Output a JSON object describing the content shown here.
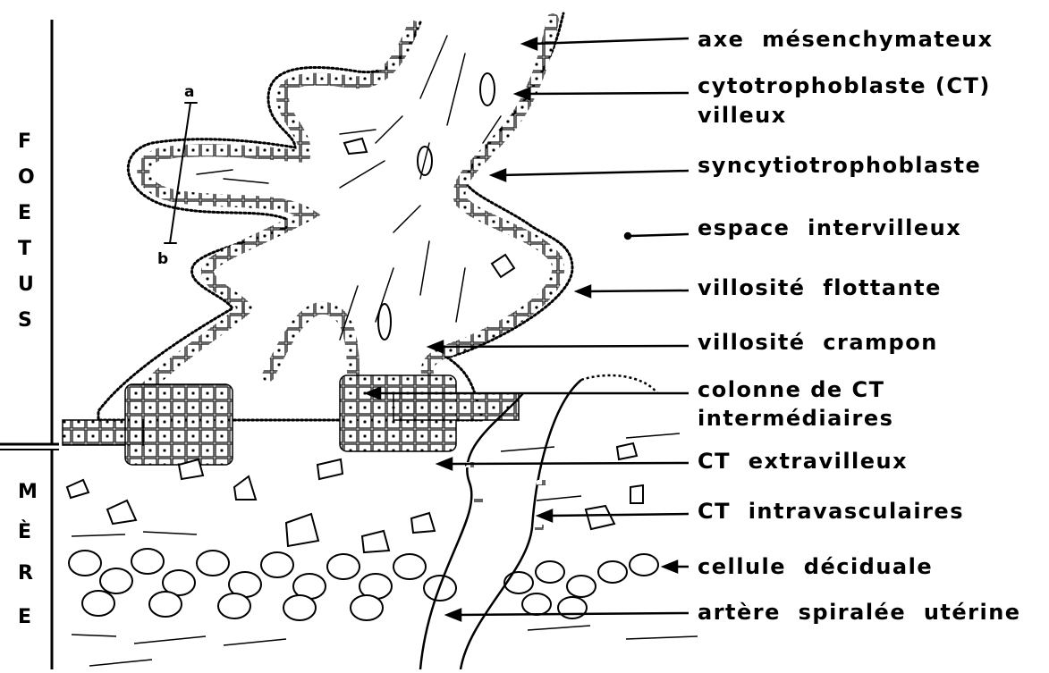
{
  "side_labels": {
    "foetus": [
      "F",
      "O",
      "E",
      "T",
      "U",
      "S"
    ],
    "mere": [
      "M",
      "È",
      "R",
      "E"
    ]
  },
  "section_marks": {
    "a": "a",
    "b": "b"
  },
  "labels": [
    "axe  mésenchymateux",
    "cytotrophoblaste (CT)",
    "villeux",
    "syncytiotrophoblaste",
    "espace  intervilleux",
    "villosité  flottante",
    "villosité  crampon",
    "colonne de CT",
    "intermédiaires",
    "CT  extravilleux",
    "CT  intravasculaires",
    "cellule  déciduale",
    "artère  spiralée  utérine"
  ],
  "colors": {
    "ink": "#000000",
    "paper": "#ffffff"
  }
}
